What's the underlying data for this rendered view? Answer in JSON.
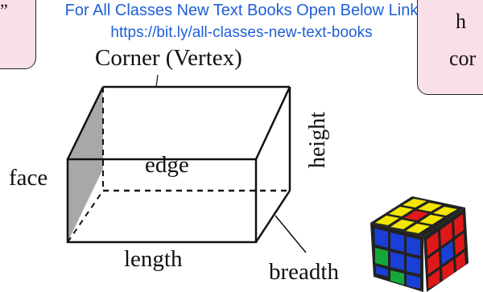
{
  "banner": {
    "line1": "For All Classes New Text Books Open Below Link",
    "line2": "https://bit.ly/all-classes-new-text-books"
  },
  "callouts": {
    "left_mark": "”",
    "right_line1": "h",
    "right_line2": "cor"
  },
  "labels": {
    "vertex": "Corner (Vertex)",
    "face": "face",
    "edge": "edge",
    "height": "height",
    "length": "length",
    "breadth": "breadth"
  },
  "colors": {
    "banner_text": "#1f5fd6",
    "callout_fill": "#f9dfe8",
    "face_shade": "#a8a8a8",
    "cube_yellow": "#f2e600",
    "cube_blue": "#1a3fd6",
    "cube_red": "#e01818",
    "cube_green": "#14a83c"
  }
}
